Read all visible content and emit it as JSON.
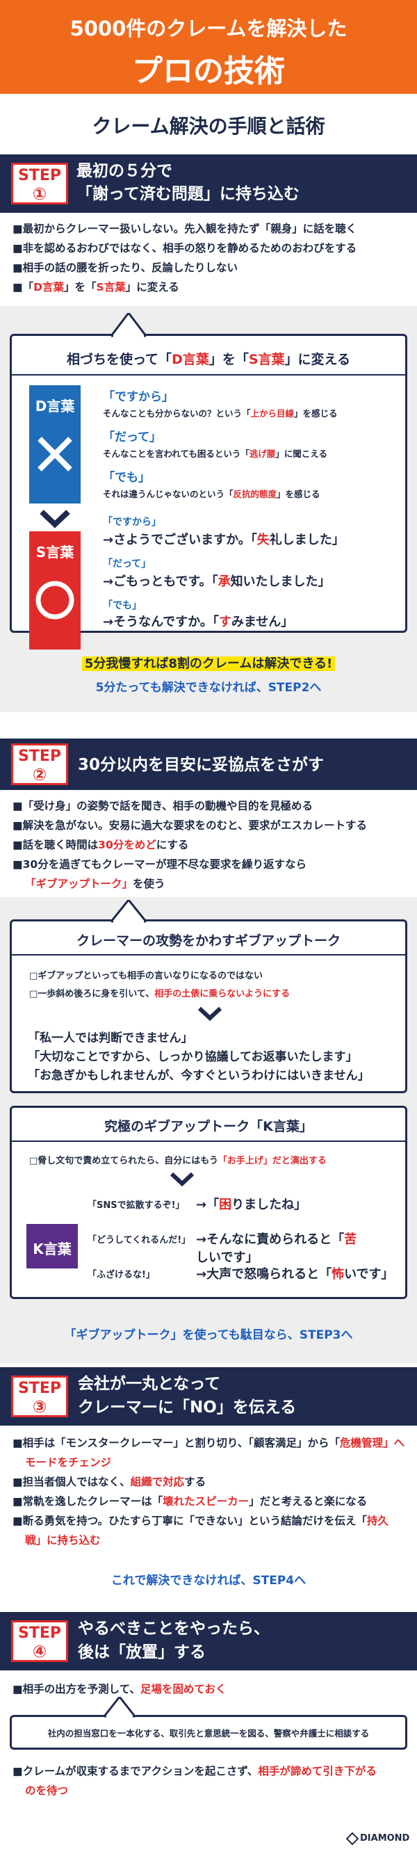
{
  "header": {
    "line1": "5000件のクレームを解決した",
    "line2": "プロの技術"
  },
  "subtitle": "クレーム解決の手順と話術",
  "step1": {
    "badge_label": "STEP",
    "badge_num": "①",
    "title_l1": "最初の５分で",
    "title_l2": "「謝って済む問題」に持ち込む",
    "bullets": [
      "■最初からクレーマー扱いしない。先入観を持たず「親身」に話を聴く",
      "■非を認めるおわびではなく、相手の怒りを静めるためのおわびをする",
      "■相手の話の腰を折ったり、反論したりしない"
    ],
    "bullet4_pre": "■「",
    "bullet4_d": "D言葉",
    "bullet4_mid": "」を「",
    "bullet4_s": "S言葉",
    "bullet4_post": "」に変える",
    "box_title_pre": "相づちを使って「",
    "box_title_d": "D言葉",
    "box_title_mid": "」を「",
    "box_title_s": "S言葉",
    "box_title_post": "」に変える",
    "d_label": "D言葉",
    "d_items": [
      {
        "word": "「ですから」",
        "desc_pre": "そんなことも分からないの？という「",
        "desc_hl": "上から目線",
        "desc_post": "」を感じる"
      },
      {
        "word": "「だって」",
        "desc_pre": "そんなことを言われても困るという「",
        "desc_hl": "逃げ腰",
        "desc_post": "」に聞こえる"
      },
      {
        "word": "「でも」",
        "desc_pre": "それは違うんじゃないのという「",
        "desc_hl": "反抗的態度",
        "desc_post": "」を感じる"
      }
    ],
    "s_label": "S言葉",
    "s_items": [
      {
        "word": "「ですから」",
        "reply_pre": "→さようでございますか。「",
        "reply_hl": "失",
        "reply_post": "礼しました」"
      },
      {
        "word": "「だって」",
        "reply_pre": "→ごもっともです。「",
        "reply_hl": "承",
        "reply_post": "知いたしました」"
      },
      {
        "word": "「でも」",
        "reply_pre": "→そうなんですか。「",
        "reply_hl": "す",
        "reply_post": "みません」"
      }
    ],
    "note1": "5分我慢すれば8割のクレームは解決できる!",
    "note2": "5分たっても解決できなければ、STEP2へ"
  },
  "step2": {
    "badge_label": "STEP",
    "badge_num": "②",
    "title": "30分以内を目安に妥協点をさがす",
    "bullets": [
      "■「受け身」の姿勢で話を聞き、相手の動機や目的を見極める",
      "■解決を急がない。安易に過大な要求をのむと、要求がエスカレートする"
    ],
    "bullet3_pre": "■話を聴く時間は",
    "bullet3_hl": "30分をめど",
    "bullet3_post": "にする",
    "bullet4_l1": "■30分を過ぎてもクレーマーが理不尽な要求を繰り返すなら",
    "bullet4_l2_hl": "「ギブアップトーク」",
    "bullet4_l2_post": "を使う",
    "box1_title": "クレーマーの攻勢をかわすギブアップトーク",
    "box1_note1": "□ギブアップといっても相手の言いなりになるのではない",
    "box1_note2_pre": "□一歩斜め後ろに身を引いて、",
    "box1_note2_hl": "相手の土俵に乗らないようにする",
    "box1_phrases": [
      "「私一人では判断できません」",
      "「大切なことですから、しっかり協議してお返事いたします」",
      "「お急ぎかもしれませんが、今すぐというわけにはいきません」"
    ],
    "box2_title": "究極のギブアップトーク「K言葉」",
    "box2_note_pre": "□脅し文句で責め立てられたら、自分にはもう",
    "box2_note_hl": "「お手上げ」だと演出する",
    "k_label": "K言葉",
    "k_items": [
      {
        "q": "「SNSで拡散するぞ!」",
        "a_pre": "→「",
        "a_hl": "困",
        "a_post": "りましたね」"
      },
      {
        "q": "「どうしてくれるんだ!」",
        "a_pre": "→そんなに責められると「",
        "a_hl": "苦",
        "a_post": "しいです」"
      },
      {
        "q": "「ふざけるな!」",
        "a_pre": "→大声で怒鳴られると「",
        "a_hl": "怖",
        "a_post": "いです」"
      }
    ],
    "note": "「ギブアップトーク」を使っても駄目なら、STEP3へ"
  },
  "step3": {
    "badge_label": "STEP",
    "badge_num": "③",
    "title_l1": "会社が一丸となって",
    "title_l2": "クレーマーに「NO」を伝える",
    "b1_pre": "■相手は「モンスタークレーマー」と割り切り、「顧客満足」から「",
    "b1_hl": "危機管理」へ",
    "b1_l2_hl": "モードをチェンジ",
    "b2_pre": "■担当者個人ではなく、",
    "b2_hl": "組織で対応",
    "b2_post": "する",
    "b3_pre": "■常軌を逸したクレーマーは「",
    "b3_hl": "壊れたスピーカー",
    "b3_post": "」だと考えると楽になる",
    "b4_pre": "■断る勇気を持つ。ひたすら丁寧に「できない」という結論だけを伝え「",
    "b4_hl": "持久",
    "b4_l2_hl": "戦」に持ち込む",
    "note": "これで解決できなければ、STEP4へ"
  },
  "step4": {
    "badge_label": "STEP",
    "badge_num": "④",
    "title_l1": "やるべきことをやったら、",
    "title_l2": "後は「放置」する",
    "b1_pre": "■相手の出方を予測して、",
    "b1_hl": "足場を固めておく",
    "box_text": "社内の担当窓口を一本化する、取引先と意思統一を図る、警察や弁護士に相談する",
    "b2_pre": "■クレームが収束するまでアクションを起こさず、",
    "b2_hl": "相手が諦めて引き下がる",
    "b2_l2_hl": "のを待つ"
  },
  "footer": {
    "brand": "DIAMOND"
  },
  "colors": {
    "orange": "#f06a1c",
    "navy": "#1f2a4e",
    "red": "#e02b2b",
    "blue": "#1f6cb8",
    "purple": "#5b2d8a",
    "yellow": "#ffe600"
  }
}
